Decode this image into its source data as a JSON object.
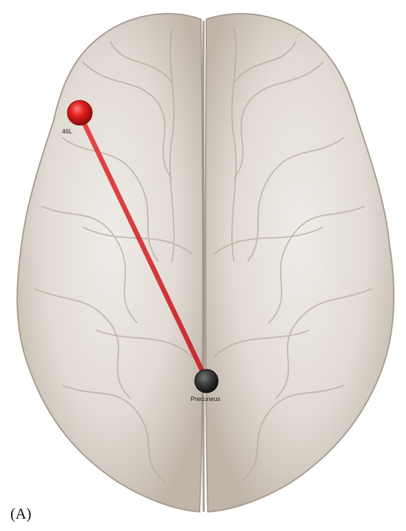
{
  "figure": {
    "panel_label": "(A)",
    "colors": {
      "background": "#ffffff",
      "brain_fill": "#dcd4cb",
      "brain_edge": "#a79c90",
      "connection": "#d8262b",
      "node_red": "#e01d1d",
      "node_gray": "#3a3a3a"
    },
    "nodes": [
      {
        "id": "46L",
        "label": "46L",
        "color": "red"
      },
      {
        "id": "precuneus",
        "label": "Precuneus",
        "color": "gray"
      }
    ],
    "edges": [
      {
        "from": "46L",
        "to": "precuneus",
        "color": "red"
      }
    ]
  }
}
